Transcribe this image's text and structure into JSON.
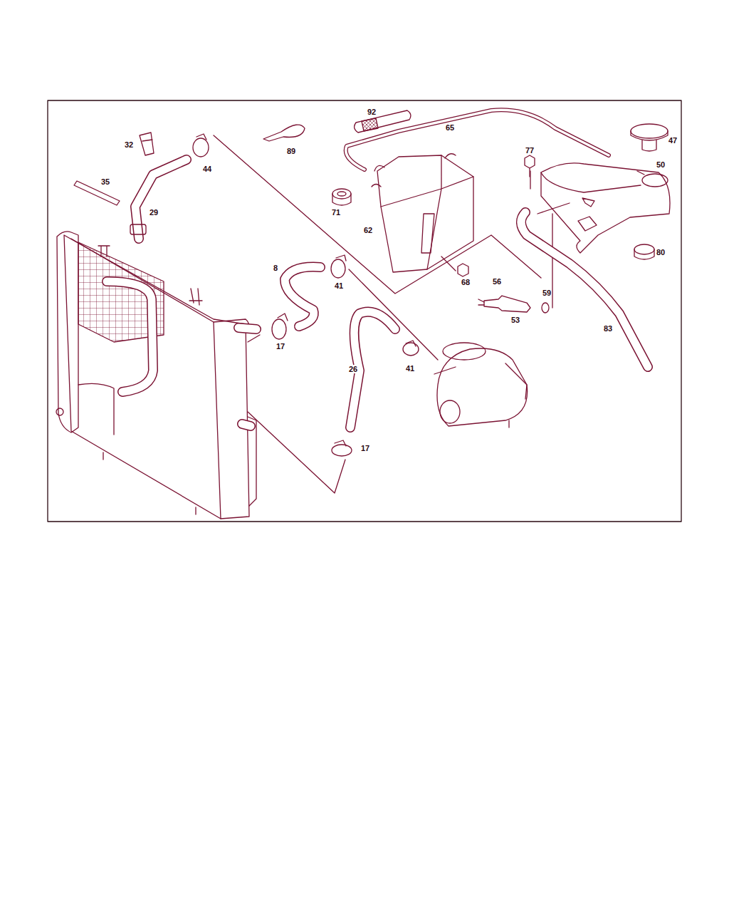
{
  "diagram": {
    "labels": [
      "92",
      "65",
      "47",
      "32",
      "44",
      "89",
      "77",
      "50",
      "35",
      "71",
      "29",
      "62",
      "80",
      "8",
      "41",
      "68",
      "56",
      "59",
      "17",
      "53",
      "83",
      "26",
      "41",
      "17"
    ]
  }
}
